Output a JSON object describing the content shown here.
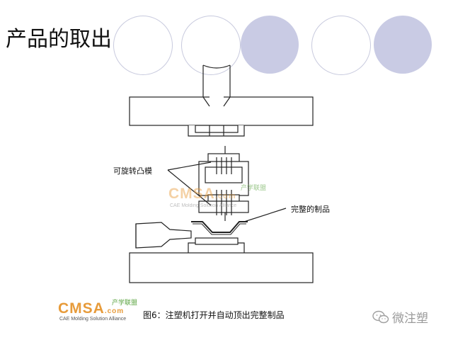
{
  "slide": {
    "title": "产品的取出",
    "labels": {
      "rotating_core": "可旋转凸模",
      "finished_part": "完整的制品"
    },
    "caption": "图6：注塑机打开并自动顶出完整制品",
    "watermark": {
      "logo": "CMSA",
      "logo_suffix": ".com",
      "cn": "产学联盟",
      "tagline": "CAE Molding Solution Alliance"
    },
    "wechat": {
      "name": "微注塑",
      "icon": "wechat-icon"
    }
  },
  "colors": {
    "deco_circle": "#c9cbe4",
    "watermark_orange": "#e79b3a",
    "watermark_green": "#5aa33f"
  }
}
